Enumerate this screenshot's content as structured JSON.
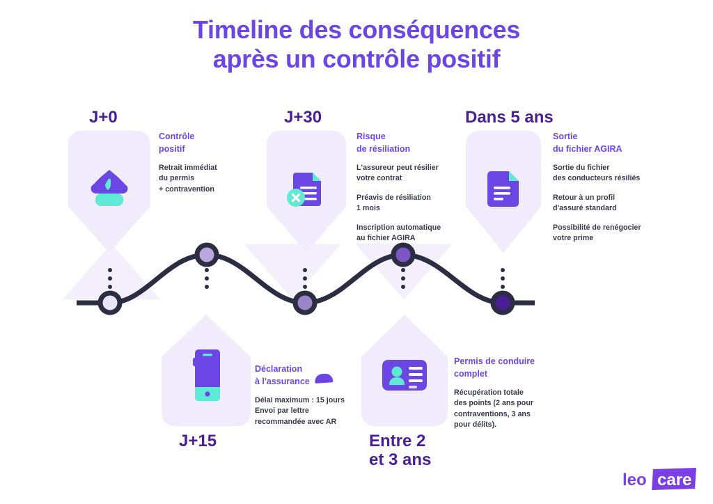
{
  "title": {
    "line1": "Timeline des conséquences",
    "line2": "après un contrôle positif",
    "color": "#6b46e5"
  },
  "theme": {
    "purple": "#6b46e5",
    "deep_purple": "#4a1f96",
    "card_bg": "#f0ecfb",
    "mint": "#5eead4",
    "navy": "#2b2d42",
    "body_text": "#39394d",
    "page_bg": "#ffffff"
  },
  "steps": [
    {
      "id": "j0",
      "period": "J+0",
      "heading": "Contrôle\npositif",
      "icon": "police-cap-icon",
      "position": "top",
      "paragraphs": [
        "Retrait immédiat\ndu permis\n+ contravention"
      ]
    },
    {
      "id": "j15",
      "period": "J+15",
      "heading": "Déclaration\nà l'assurance",
      "icon": "smartphone-icon",
      "position": "bottom",
      "paragraphs": [
        "Délai maximum : 15 jours\nEnvoi par lettre\nrecommandée avec AR"
      ]
    },
    {
      "id": "j30",
      "period": "J+30",
      "heading": "Risque\nde résiliation",
      "icon": "document-cancel-icon",
      "position": "top",
      "paragraphs": [
        "L'assureur peut résilier\nvotre contrat",
        "Préavis de résiliation\n1 mois",
        "Inscription automatique\nau fichier AGIRA"
      ]
    },
    {
      "id": "entre2et3",
      "period": "Entre 2\net 3 ans",
      "heading": "Permis de conduire\ncomplet",
      "icon": "id-card-icon",
      "position": "bottom",
      "paragraphs": [
        "Récupération totale\ndes points (2 ans pour\ncontraventions, 3 ans\npour délits)."
      ]
    },
    {
      "id": "dans5ans",
      "period": "Dans 5 ans",
      "heading": "Sortie\ndu fichier AGIRA",
      "icon": "document-icon",
      "position": "top",
      "paragraphs": [
        "Sortie du fichier\ndes conducteurs résiliés",
        "Retour à un profil\nd'assuré standard",
        "Possibilité de renégocier\nvotre prime"
      ]
    }
  ],
  "timeline_nodes": [
    {
      "label": "node-1",
      "fill": "#e9e4f7"
    },
    {
      "label": "node-2",
      "fill": "#b9a7dd"
    },
    {
      "label": "node-3",
      "fill": "#9b85c9"
    },
    {
      "label": "node-4",
      "fill": "#7e55c4"
    },
    {
      "label": "node-5",
      "fill": "#4a1f96"
    }
  ],
  "logo": {
    "part1": "leo",
    "part2": "care",
    "name": "leocare-logo"
  }
}
